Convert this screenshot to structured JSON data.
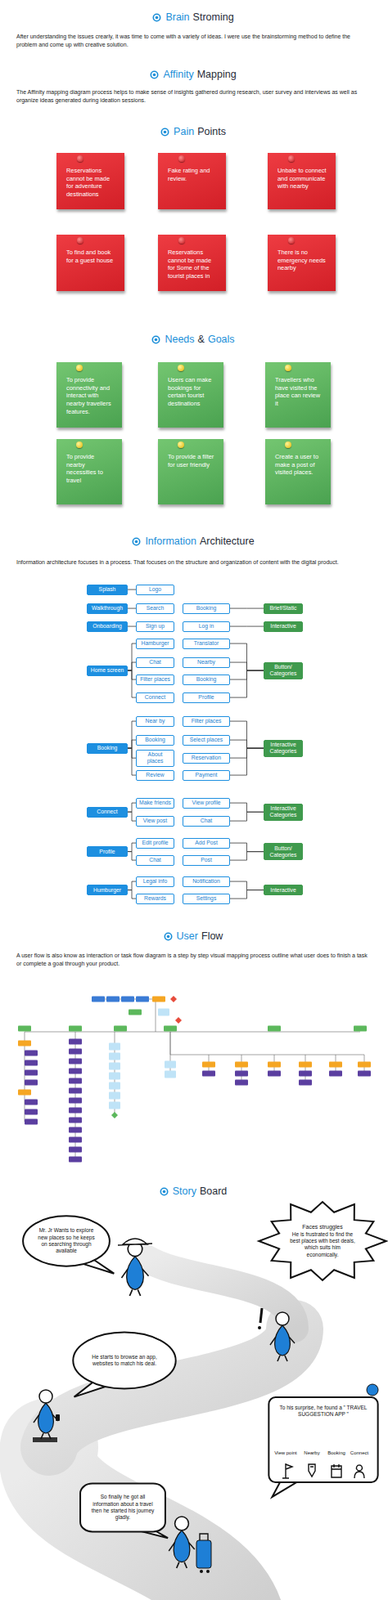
{
  "diagram": {
    "nodes": [
      {
        "text": [
          "Reservations cannot be made for adventure destinations"
        ]
      },
      {
        "text": [
          "Fake rating and review."
        ]
      },
      {
        "text": [
          "Unbale to connect and communicate with nearby"
        ]
      },
      {
        "text": [
          "To find and book for a guest house"
        ]
      },
      {
        "text": [
          "Reservations cannot be made for Some of the tourist places in"
        ]
      },
      {
        "text": [
          "There is no emergency needs nearby"
        ]
      },
      {
        "text": [
          "To provide connectivity and interact with nearby travellers features."
        ]
      },
      {
        "text": [
          "Users can make bookings for certain tourist destinations"
        ]
      },
      {
        "text": [
          "Travellers who have visited the place can review it"
        ]
      },
      {
        "text": [
          "To provide nearby necessities to travel"
        ]
      },
      {
        "text": [
          "To provide a filter for user friendly"
        ]
      },
      {
        "text": [
          "Create a user to make a post of visited places."
        ]
      },
      {
        "text": [
          "Splash"
        ]
      },
      {
        "text": [
          "Logo"
        ]
      },
      {
        "text": [
          "Walkthrough"
        ]
      },
      {
        "text": [
          "Search"
        ]
      },
      {
        "text": [
          "Booking"
        ]
      },
      {
        "text": [
          "Brief/Static"
        ]
      },
      {
        "text": [
          "Onboarding"
        ]
      },
      {
        "text": [
          "Sign up"
        ]
      },
      {
        "text": [
          "Log in"
        ]
      },
      {
        "text": [
          "Interactive"
        ]
      },
      {
        "text": [
          "Home screen"
        ]
      },
      {
        "text": [
          "Hamburger"
        ]
      },
      {
        "text": [
          "Translator"
        ]
      },
      {
        "text": [
          "Chat"
        ]
      },
      {
        "text": [
          "Nearby"
        ]
      },
      {
        "text": [
          "Filter places"
        ]
      },
      {
        "text": [
          "Booking"
        ]
      },
      {
        "text": [
          "Connect"
        ]
      },
      {
        "text": [
          "Profile"
        ]
      },
      {
        "text": [
          "Button/ Categories"
        ]
      },
      {
        "text": [
          "Booking"
        ]
      },
      {
        "text": [
          "Near by"
        ]
      },
      {
        "text": [
          "Filter places"
        ]
      },
      {
        "text": [
          "Booking"
        ]
      },
      {
        "text": [
          "Select places"
        ]
      },
      {
        "text": [
          "About places"
        ]
      },
      {
        "text": [
          "Reservation"
        ]
      },
      {
        "text": [
          "Review"
        ]
      },
      {
        "text": [
          "Payment"
        ]
      },
      {
        "text": [
          "Interactive Categories"
        ]
      },
      {
        "text": [
          "Connect"
        ]
      },
      {
        "text": [
          "Make friends"
        ]
      },
      {
        "text": [
          "View profile"
        ]
      },
      {
        "text": [
          "View post"
        ]
      },
      {
        "text": [
          "Chat"
        ]
      },
      {
        "text": [
          "Interactive Categories"
        ]
      },
      {
        "text": [
          "Profile"
        ]
      },
      {
        "text": [
          "Edit profile"
        ]
      },
      {
        "text": [
          "Add Post"
        ]
      },
      {
        "text": [
          "Chat"
        ]
      },
      {
        "text": [
          "Post"
        ]
      },
      {
        "text": [
          "Button/ Categories"
        ]
      },
      {
        "text": [
          "Humburger"
        ]
      },
      {
        "text": [
          "Legal info"
        ]
      },
      {
        "text": [
          "Notification"
        ]
      },
      {
        "text": [
          "Rewards"
        ]
      },
      {
        "text": [
          "Settings"
        ]
      },
      {
        "text": [
          "Interactive"
        ]
      },
      {
        "text": [
          "Mr. Jr Wants to explore new places so he keeps on searching through available"
        ]
      },
      {
        "text": [
          "Faces struggles",
          "He is frustrated to find the best places with best deals, which suits him economically."
        ]
      },
      {
        "text": [
          "He starts to browse an app, websites to match his deal."
        ]
      },
      {
        "text": [
          "To his surprise, he found a \" TRAVEL SUGGESTION APP \""
        ]
      },
      {
        "text": [
          "So finally he got all information about a travel then he started his journey gladly."
        ]
      }
    ],
    "edges": [
      {
        "from": 12,
        "to": 13,
        "arrow": "none"
      },
      {
        "from": 14,
        "to": 15,
        "arrow": "none"
      },
      {
        "from": 16,
        "to": 17,
        "arrow": "none"
      },
      {
        "from": 18,
        "to": 19,
        "arrow": "none"
      },
      {
        "from": 20,
        "to": 21,
        "arrow": "none"
      },
      {
        "from": 22,
        "to": 23,
        "arrow": "none"
      },
      {
        "from": 22,
        "to": 25,
        "arrow": "none"
      },
      {
        "from": 22,
        "to": 27,
        "arrow": "none"
      },
      {
        "from": 22,
        "to": 29,
        "arrow": "none"
      },
      {
        "from": 24,
        "to": 31,
        "arrow": "none"
      },
      {
        "from": 26,
        "to": 31,
        "arrow": "none"
      },
      {
        "from": 28,
        "to": 31,
        "arrow": "none"
      },
      {
        "from": 30,
        "to": 31,
        "arrow": "none"
      },
      {
        "from": 32,
        "to": 33,
        "arrow": "none"
      },
      {
        "from": 32,
        "to": 35,
        "arrow": "none"
      },
      {
        "from": 32,
        "to": 37,
        "arrow": "none"
      },
      {
        "from": 32,
        "to": 39,
        "arrow": "none"
      },
      {
        "from": 34,
        "to": 41,
        "arrow": "none"
      },
      {
        "from": 36,
        "to": 41,
        "arrow": "none"
      },
      {
        "from": 38,
        "to": 41,
        "arrow": "none"
      },
      {
        "from": 40,
        "to": 41,
        "arrow": "none"
      },
      {
        "from": 42,
        "to": 43,
        "arrow": "none"
      },
      {
        "from": 42,
        "to": 45,
        "arrow": "none"
      },
      {
        "from": 44,
        "to": 47,
        "arrow": "none"
      },
      {
        "from": 46,
        "to": 47,
        "arrow": "none"
      },
      {
        "from": 48,
        "to": 49,
        "arrow": "none"
      },
      {
        "from": 48,
        "to": 51,
        "arrow": "none"
      },
      {
        "from": 50,
        "to": 53,
        "arrow": "none"
      },
      {
        "from": 52,
        "to": 53,
        "arrow": "none"
      },
      {
        "from": 54,
        "to": 55,
        "arrow": "none"
      },
      {
        "from": 54,
        "to": 57,
        "arrow": "none"
      },
      {
        "from": 56,
        "to": 59,
        "arrow": "none"
      },
      {
        "from": 58,
        "to": 59,
        "arrow": "none"
      }
    ],
    "labels": [
      "Brain",
      "Stroming",
      "After understanding the issues crearly, it was time to come with a variety of ideas. I were use the brainstorming method to define the problem and come up with creative solution.",
      "Affinity",
      "Mapping",
      "The Affinity mapping diagram process helps to make sense of insights gathered during research, user survey and interviews as well as organize ideas generated during ideation sessions.",
      "Pain",
      "Points",
      "Needs",
      "&",
      "Goals",
      "Information",
      "Architecture",
      "Information architecture focuses in a process. That focuses on the structure and organization of content with the digital product.",
      "User",
      "Flow",
      "A user flow is also know as interaction or task flow diagram is a step by step visual mapping process outline what user does to finish a task or complete a goal through your product.",
      "Story",
      "Board",
      "View point",
      "Nearby",
      "Booking",
      "Connect"
    ]
  }
}
